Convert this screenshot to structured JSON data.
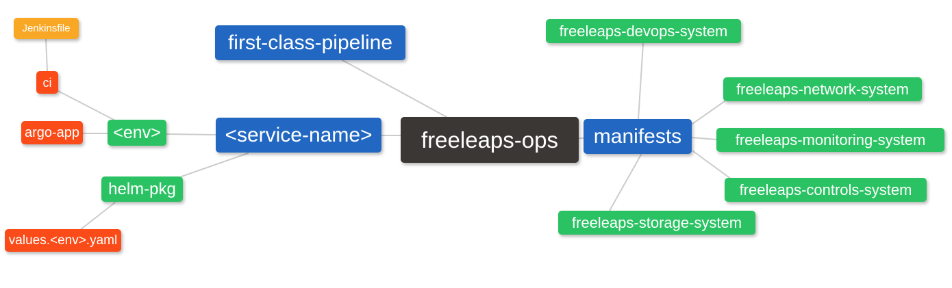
{
  "palette": {
    "root_dark": "#3B3734",
    "blue": "#2268C2",
    "green": "#2BC263",
    "orange": "#F9A826",
    "red": "#FA4B18",
    "edge_line": "#CCCCCC",
    "node_text": "#FFFFFF",
    "background": "#FFFFFF"
  },
  "nodes": [
    {
      "id": "jenkinsfile",
      "label": "Jenkinsfile",
      "color": "orange"
    },
    {
      "id": "ci",
      "label": "ci",
      "color": "red"
    },
    {
      "id": "argo-app",
      "label": "argo-app",
      "color": "red"
    },
    {
      "id": "env",
      "label": "<env>",
      "color": "green"
    },
    {
      "id": "first-class-pipeline",
      "label": "first-class-pipeline",
      "color": "blue"
    },
    {
      "id": "service-name",
      "label": "<service-name>",
      "color": "blue"
    },
    {
      "id": "freeleaps-ops",
      "label": "freeleaps-ops",
      "color": "root_dark"
    },
    {
      "id": "manifests",
      "label": "manifests",
      "color": "blue"
    },
    {
      "id": "helm-pkg",
      "label": "helm-pkg",
      "color": "green"
    },
    {
      "id": "values-env-yaml",
      "label": "values.<env>.yaml",
      "color": "red"
    },
    {
      "id": "devops-system",
      "label": "freeleaps-devops-system",
      "color": "green"
    },
    {
      "id": "network-system",
      "label": "freeleaps-network-system",
      "color": "green"
    },
    {
      "id": "monitoring-system",
      "label": "freeleaps-monitoring-system",
      "color": "green"
    },
    {
      "id": "controls-system",
      "label": "freeleaps-controls-system",
      "color": "green"
    },
    {
      "id": "storage-system",
      "label": "freeleaps-storage-system",
      "color": "green"
    }
  ],
  "edges": [
    {
      "from": "jenkinsfile",
      "to": "ci"
    },
    {
      "from": "ci",
      "to": "env"
    },
    {
      "from": "argo-app",
      "to": "env"
    },
    {
      "from": "env",
      "to": "service-name"
    },
    {
      "from": "service-name",
      "to": "helm-pkg"
    },
    {
      "from": "helm-pkg",
      "to": "values-env-yaml"
    },
    {
      "from": "service-name",
      "to": "freeleaps-ops"
    },
    {
      "from": "first-class-pipeline",
      "to": "freeleaps-ops"
    },
    {
      "from": "freeleaps-ops",
      "to": "manifests"
    },
    {
      "from": "manifests",
      "to": "devops-system"
    },
    {
      "from": "manifests",
      "to": "network-system"
    },
    {
      "from": "manifests",
      "to": "monitoring-system"
    },
    {
      "from": "manifests",
      "to": "controls-system"
    },
    {
      "from": "manifests",
      "to": "storage-system"
    }
  ]
}
